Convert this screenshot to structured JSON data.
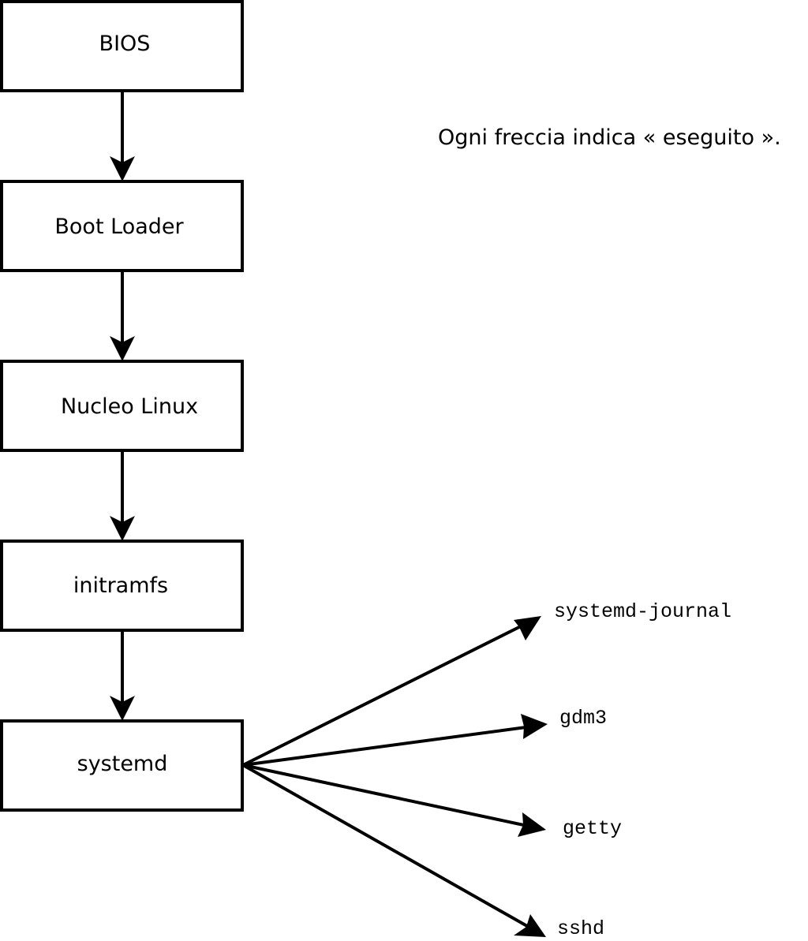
{
  "legend": {
    "text": "Ogni freccia indica « eseguito »."
  },
  "boot_chain": [
    {
      "id": "bios",
      "label": "BIOS"
    },
    {
      "id": "boot-loader",
      "label": "Boot Loader"
    },
    {
      "id": "nucleo-linux",
      "label": "Nucleo Linux"
    },
    {
      "id": "initramfs",
      "label": "initramfs"
    },
    {
      "id": "systemd",
      "label": "systemd"
    }
  ],
  "processes": [
    {
      "id": "systemd-journal",
      "label": "systemd-journal"
    },
    {
      "id": "gdm3",
      "label": "gdm3"
    },
    {
      "id": "getty",
      "label": "getty"
    },
    {
      "id": "sshd",
      "label": "sshd"
    }
  ],
  "edges": [
    {
      "from": "bios",
      "to": "boot-loader"
    },
    {
      "from": "boot-loader",
      "to": "nucleo-linux"
    },
    {
      "from": "nucleo-linux",
      "to": "initramfs"
    },
    {
      "from": "initramfs",
      "to": "systemd"
    },
    {
      "from": "systemd",
      "to": "systemd-journal"
    },
    {
      "from": "systemd",
      "to": "gdm3"
    },
    {
      "from": "systemd",
      "to": "getty"
    },
    {
      "from": "systemd",
      "to": "sshd"
    }
  ]
}
